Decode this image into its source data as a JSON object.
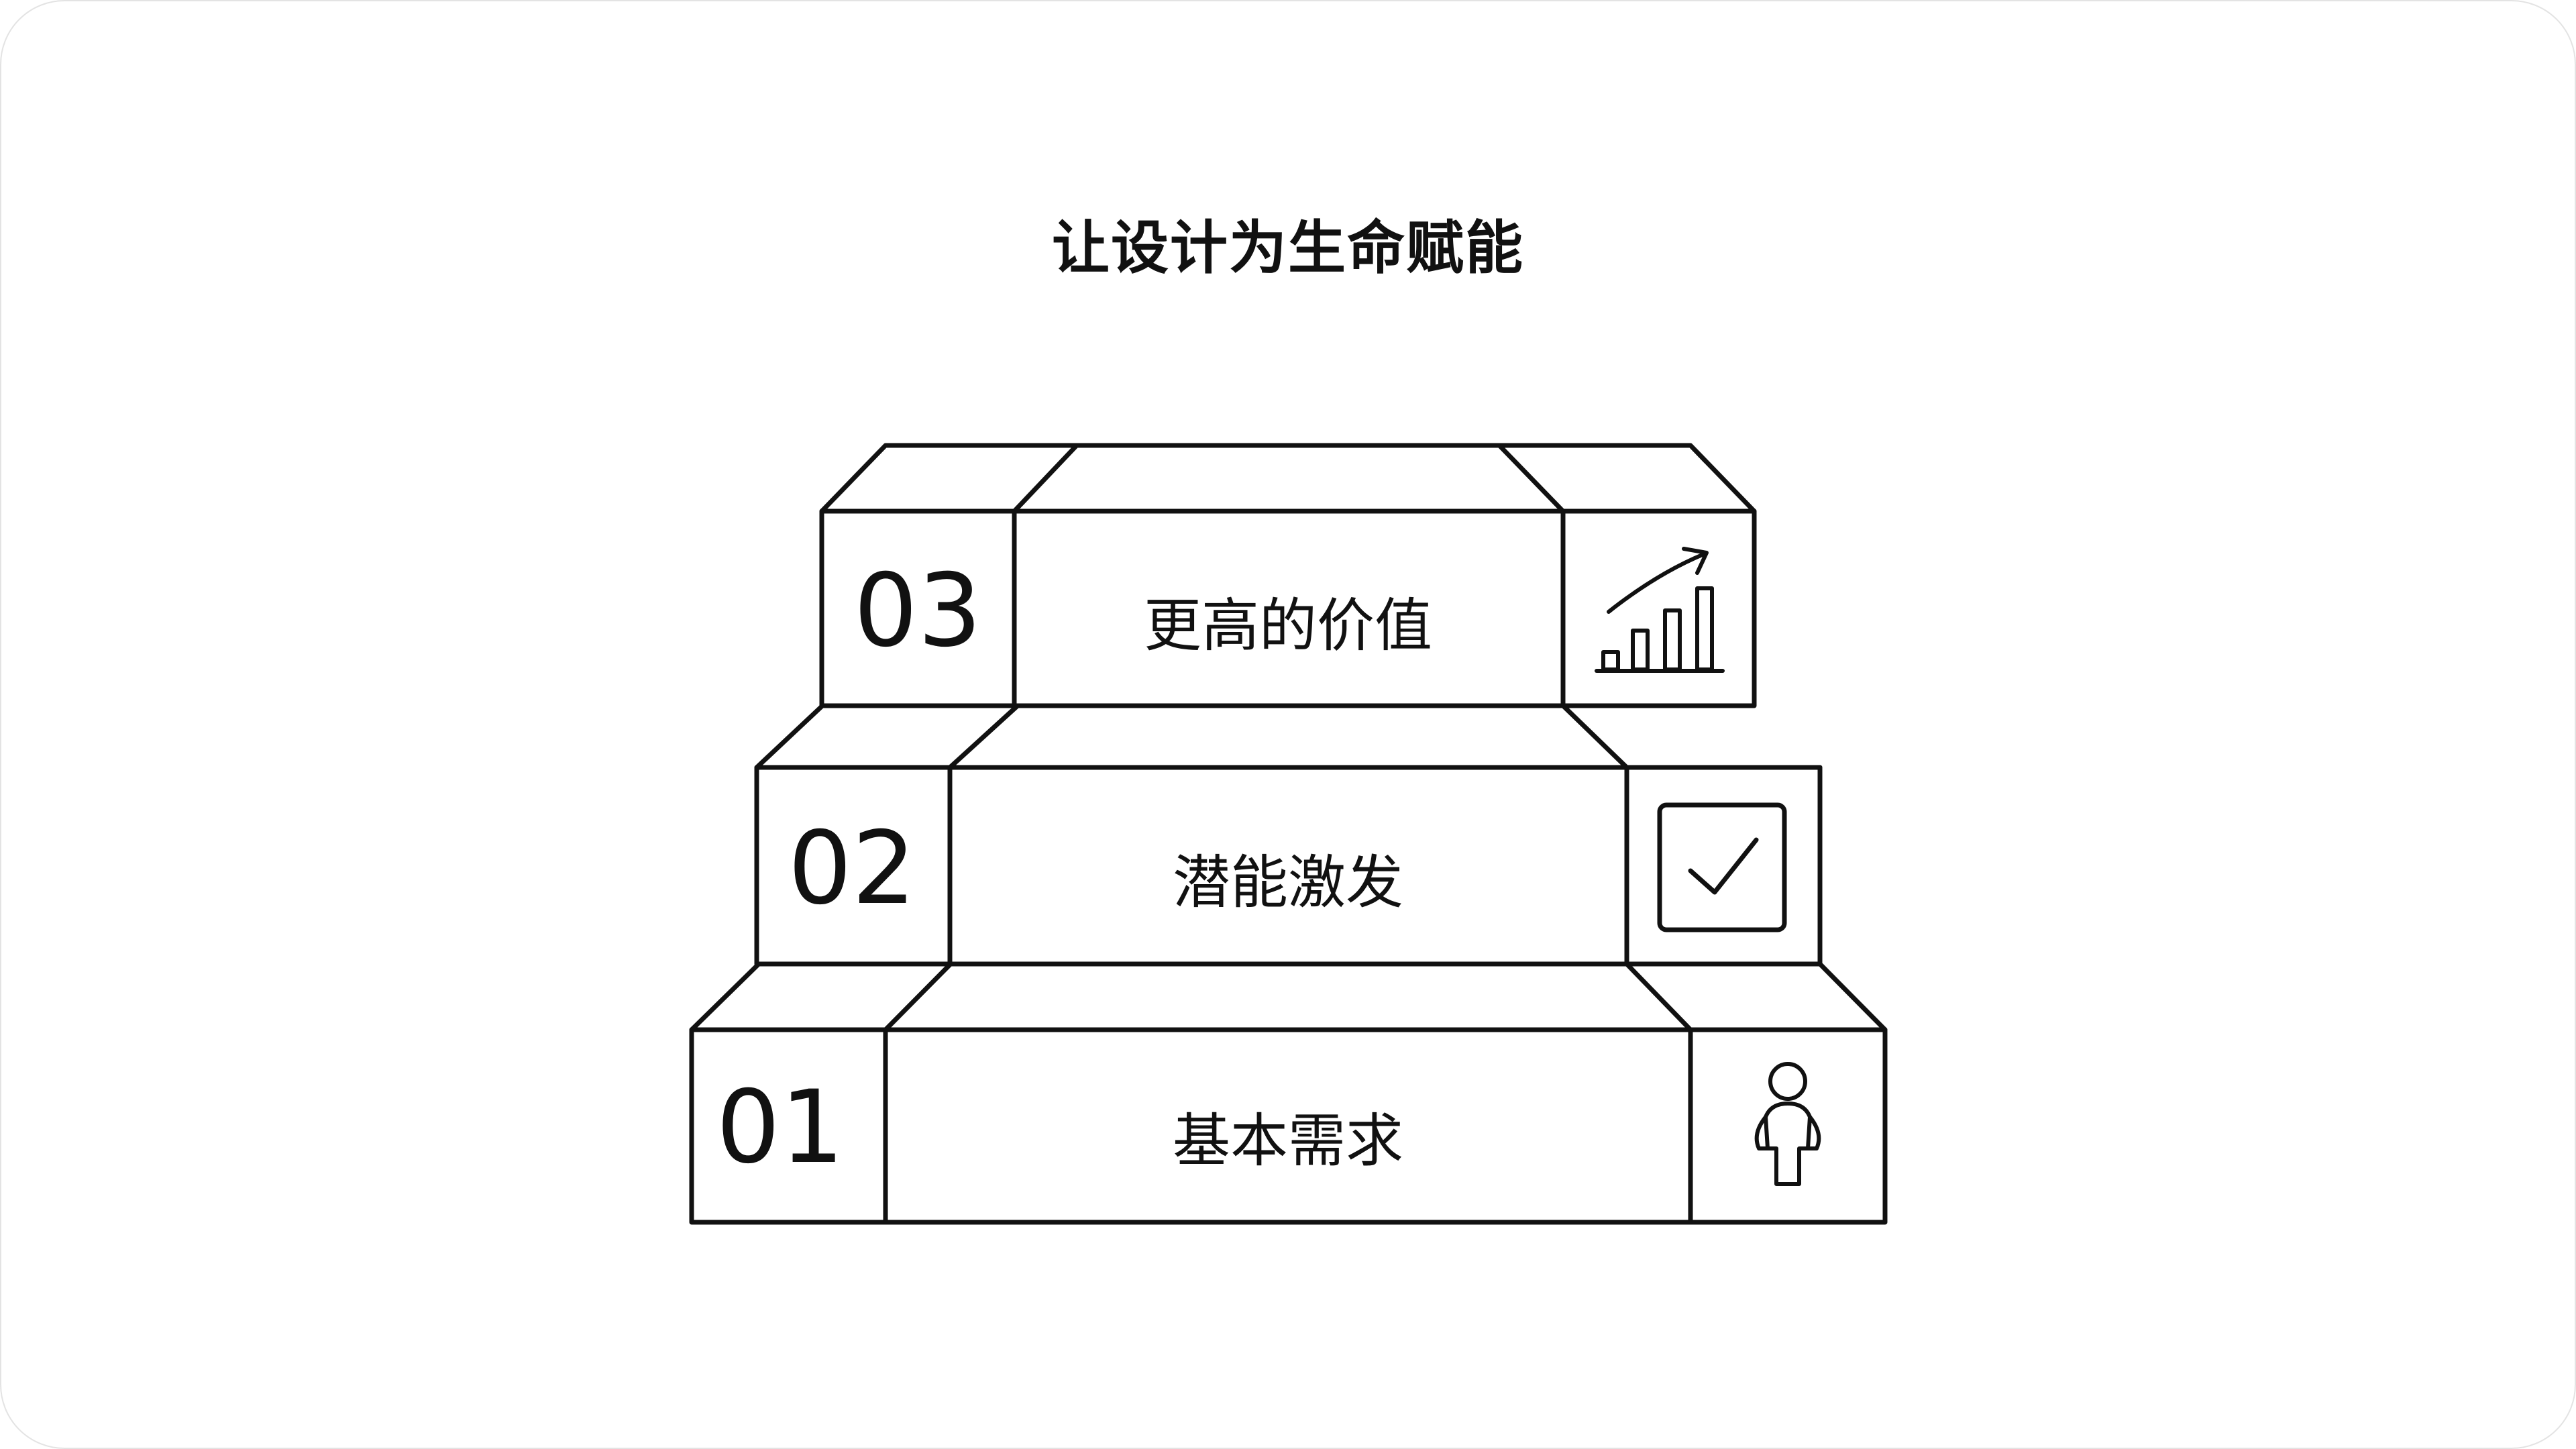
{
  "title": "让设计为生命赋能",
  "steps": [
    {
      "number": "01",
      "label": "基本需求",
      "icon": "person-icon"
    },
    {
      "number": "02",
      "label": "潜能激发",
      "icon": "checkbox-icon"
    },
    {
      "number": "03",
      "label": "更高的价值",
      "icon": "growth-chart-icon"
    }
  ],
  "colors": {
    "stroke": "#111111",
    "background": "#ffffff",
    "frame": "#e3e3e3"
  }
}
